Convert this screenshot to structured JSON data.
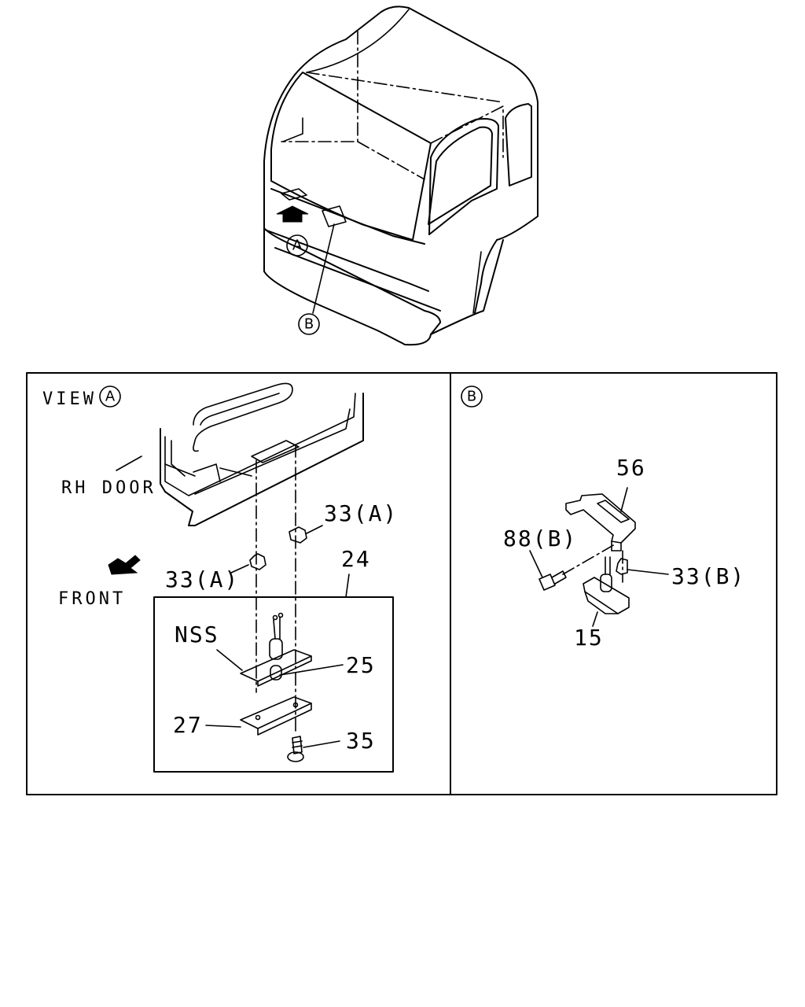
{
  "cab": {
    "callout_a": "A",
    "callout_b": "B"
  },
  "view_a": {
    "title_prefix": "VIEW",
    "title_callout": "A",
    "rh_door": "RH DOOR",
    "front": "FRONT",
    "labels": {
      "p33a_upper": "33(A)",
      "p33a_lower": "33(A)",
      "p24": "24",
      "nss": "NSS",
      "p25": "25",
      "p27": "27",
      "p35": "35"
    }
  },
  "view_b": {
    "title_callout": "B",
    "labels": {
      "p56": "56",
      "p88b": "88(B)",
      "p33b": "33(B)",
      "p15": "15"
    }
  }
}
